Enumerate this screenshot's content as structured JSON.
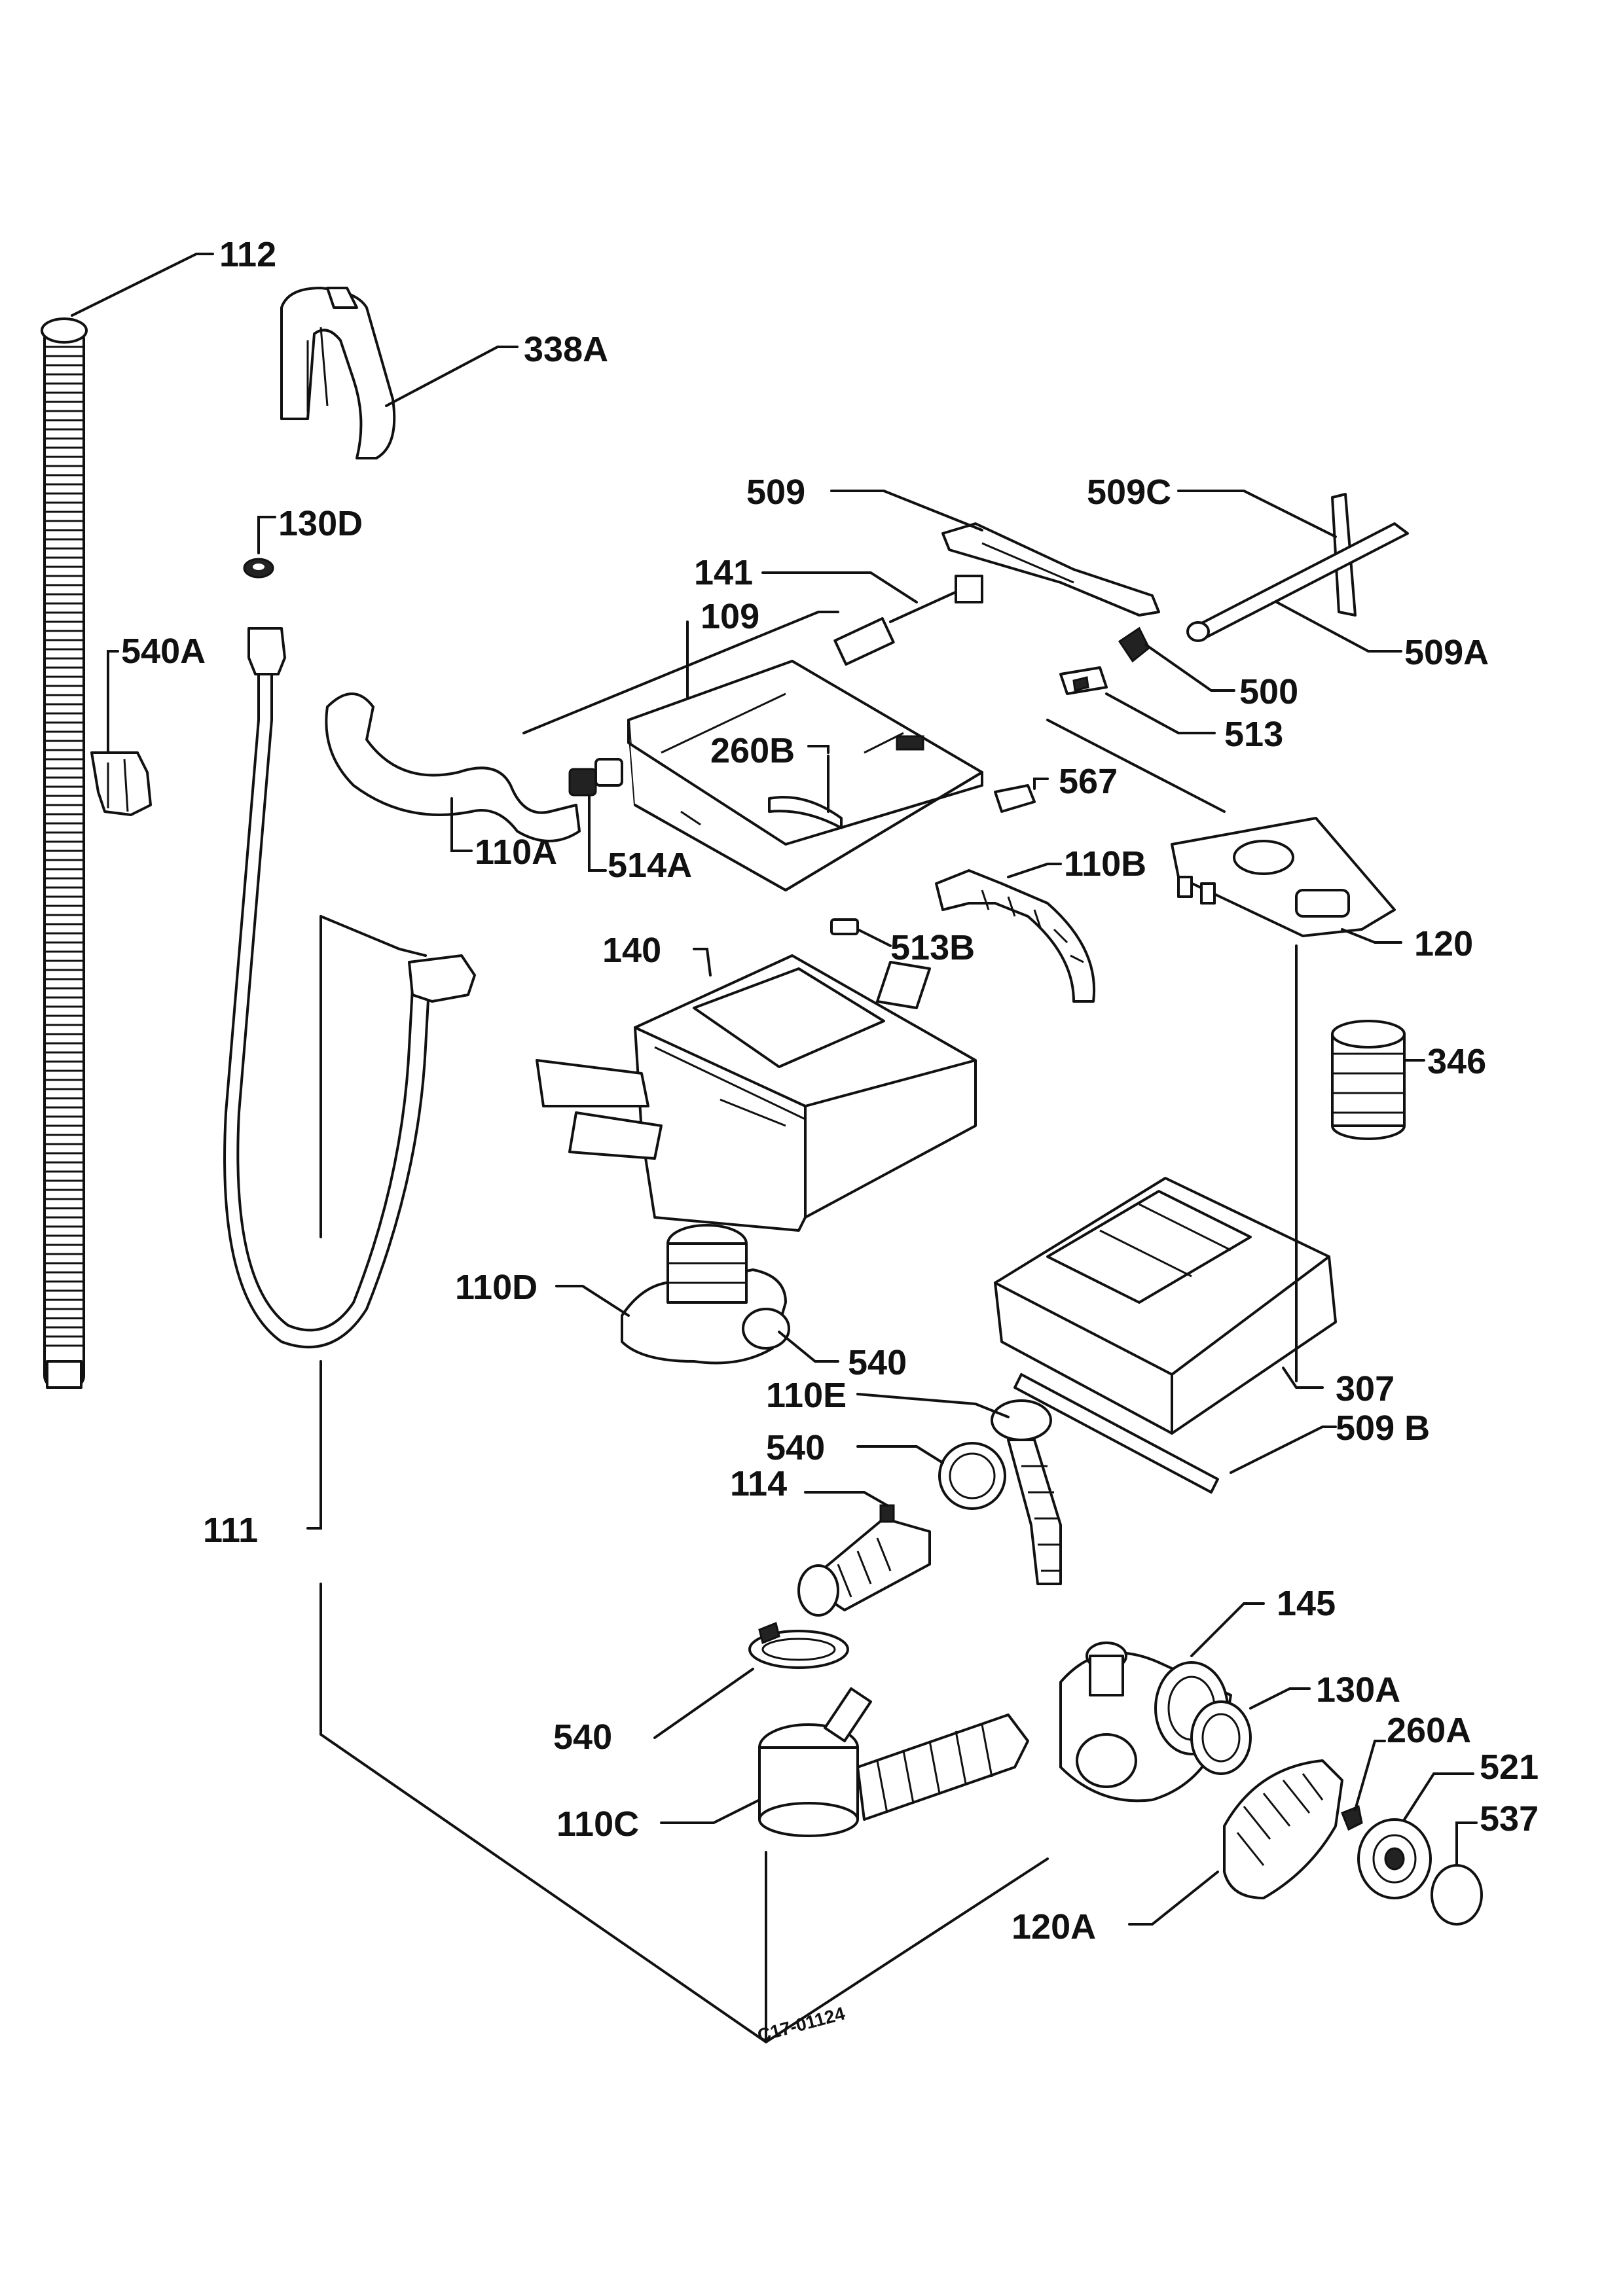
{
  "labels": {
    "p112": "112",
    "p338a": "338A",
    "p130d": "130D",
    "p540a": "540A",
    "p509": "509",
    "p509c": "509C",
    "p141": "141",
    "p109": "109",
    "p500": "500",
    "p509a": "509A",
    "p513": "513",
    "p260b": "260B",
    "p567": "567",
    "p110a": "110A",
    "p514a": "514A",
    "p110b": "110B",
    "p120": "120",
    "p140": "140",
    "p513b": "513B",
    "p346": "346",
    "p110d": "110D",
    "p540_1": "540",
    "p110e": "110E",
    "p540_2": "540",
    "p114": "114",
    "p307": "307",
    "p509b": "509 B",
    "p111": "111",
    "p145": "145",
    "p130a": "130A",
    "p260a": "260A",
    "p540_3": "540",
    "p521": "521",
    "p537": "537",
    "p110c": "110C",
    "p120a": "120A",
    "drawing_code": "C17-01124"
  }
}
